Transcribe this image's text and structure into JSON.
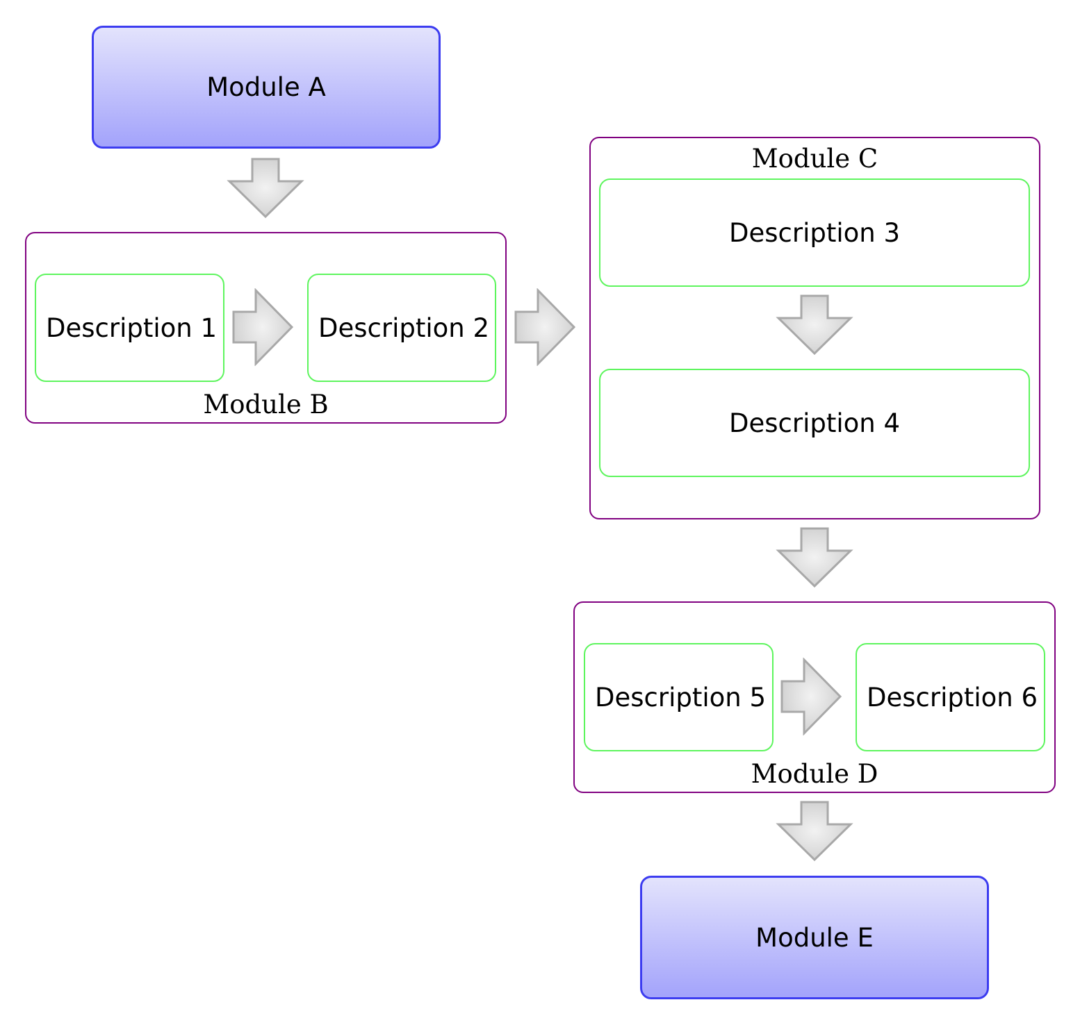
{
  "colors": {
    "module_border": "#3c3cf0",
    "module_fill_top": "#e3e3fc",
    "module_fill_bottom": "#a3a3fb",
    "group_border": "#800080",
    "description_border": "#5df55d",
    "arrow_fill": "#d5d5d5",
    "arrow_stroke": "#a8a8a8"
  },
  "modules": {
    "a": "Module A",
    "b": "Module B",
    "c": "Module C",
    "d": "Module D",
    "e": "Module E"
  },
  "descriptions": {
    "d1": "Description 1",
    "d2": "Description 2",
    "d3": "Description 3",
    "d4": "Description 4",
    "d5": "Description 5",
    "d6": "Description 6"
  },
  "arrow_icon": "block-arrow-icon"
}
